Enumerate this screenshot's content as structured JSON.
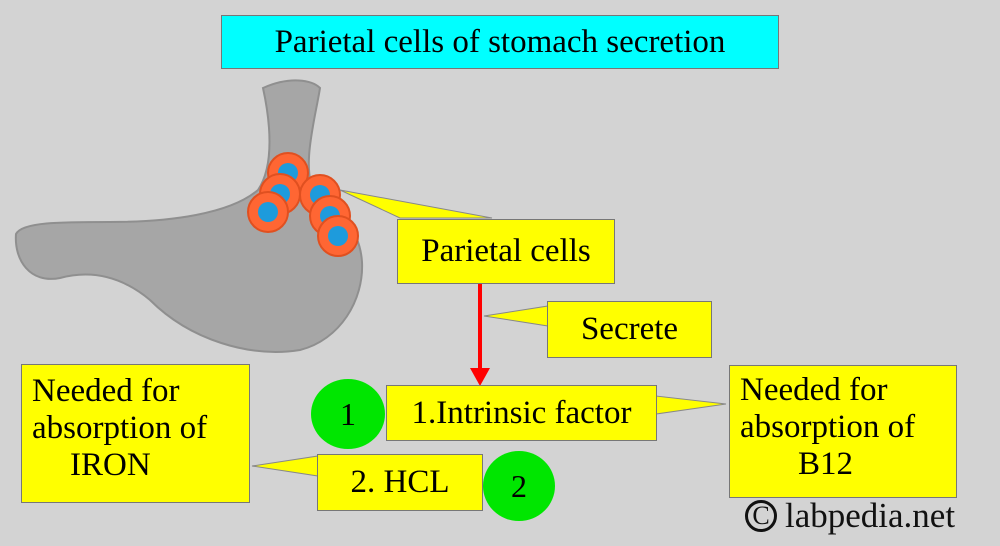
{
  "title": "Parietal cells of stomach secretion",
  "labels": {
    "parietal_cells": "Parietal cells",
    "secrete": "Secrete",
    "intrinsic_factor": "1.Intrinsic factor",
    "hcl": "2. HCL",
    "b12_note": [
      "Needed for",
      "absorption of",
      "B12"
    ],
    "iron_note": [
      "Needed for",
      "absorption of",
      "IRON"
    ]
  },
  "numbers": {
    "one": "1",
    "two": "2"
  },
  "watermark": {
    "symbol": "C",
    "text": "labpedia.net"
  },
  "colors": {
    "background": "#d3d3d3",
    "title_box": "#00ffff",
    "label_box": "#ffff00",
    "number_circle": "#00e600",
    "arrow": "#ff0000",
    "stomach": "#a6a6a6",
    "cell_outer": "#ff6633",
    "cell_nucleus": "#1e9bdc"
  }
}
